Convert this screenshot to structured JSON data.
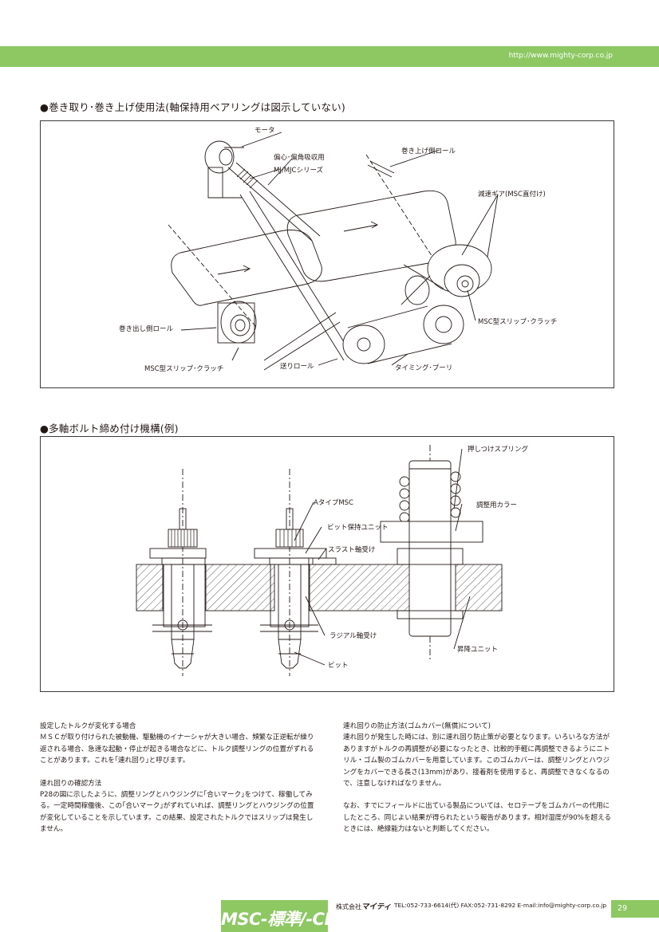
{
  "header": {
    "url": "http://www.mighty-corp.co.jp"
  },
  "section1": {
    "title": "●巻き取り･巻き上げ使用法(軸保持用ベアリングは図示していない)",
    "labels": {
      "motor": "モータ",
      "coupling1": "偏心･偏角吸収用",
      "coupling2": "MJ/MJCシリーズ",
      "windup_roll": "巻き上げ側ロール",
      "reducer": "減速ギア(MSC直付け)",
      "unwind_roll": "巻き出し側ロール",
      "clutch_right": "MSC型スリップ･クラッチ",
      "clutch_left": "MSC型スリップ･クラッチ",
      "feed_roll": "送りロール",
      "pulley": "タイミング･プーリ"
    }
  },
  "section2": {
    "title": "●多軸ボルト締め付け機構(例)",
    "labels": {
      "spring": "押しつけスプリング",
      "a_type": "AタイプMSC",
      "collar": "調整用カラー",
      "bit_unit": "ビット保持ユニット",
      "thrust": "スラスト軸受け",
      "radial": "ラジアル軸受け",
      "lift_unit": "昇降ユニット",
      "bit": "ビット"
    }
  },
  "text": {
    "p1_title": "設定したトルクが変化する場合",
    "p1_body": "ＭＳＣが取り付けられた被動機、駆動機のイナーシャが大きい場合、頻繁な正逆転が繰り返される場合、急速な起動・停止が起きる場合などに、トルク調整リングの位置がずれることがあります。これを｢連れ回り｣と呼びます。",
    "p2_title": "連れ回りの確認方法",
    "p2_body": "P28の図に示したように、調整リングとハウジングに｢合いマーク｣をつけて、稼働してみる。一定時間稼働後、この｢合いマーク｣がずれていれば、調整リングとハウジングの位置が変化していることを示しています。この結果、設定されたトルクではスリップは発生しません。",
    "p3_title": "連れ回りの防止方法(ゴムカバー(無償)について)",
    "p3_body": "連れ回りが発生した時には、別に連れ回り防止策が必要となります。いろいろな方法がありますがトルクの再調整が必要になったとき、比較的手軽に再調整できるようにニトリル・ゴム製のゴムカバーを用意しています。このゴムカバーは、調整リングとハウジングをカバーできる長さ(13mm)があり、接着剤を使用すると、再調整できなくなるので、注意しなければなりません。",
    "p4_body": "なお、すでにフィールドに出ている製品については、セロテープをゴムカバーの代用にしたところ、同じよい結果が得られたという報告があります。相対湿度が90%を超えるときには、絶縁能力はないと判断してください。"
  },
  "footer": {
    "badge": "MSC-標準/-CL",
    "company_prefix": "株式会社",
    "company_name": "マイティ",
    "contact": "TEL:052-733-6614(代)  FAX:052-731-8292  E-mail:info@mighty-corp.co.jp",
    "page": "29"
  },
  "colors": {
    "accent": "#8dc863",
    "text": "#231815"
  }
}
